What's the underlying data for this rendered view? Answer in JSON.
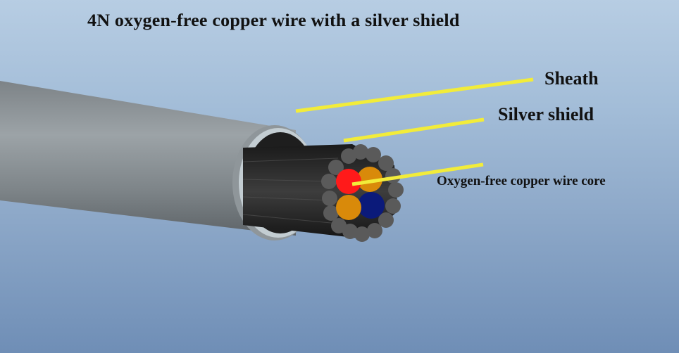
{
  "title": "4N oxygen-free copper wire with a silver shield",
  "labels": {
    "sheath": "Sheath",
    "silver_shield": "Silver shield",
    "core": "Oxygen-free copper wire core"
  },
  "colors": {
    "leader_line": "#f2ec3a",
    "sheath": "#8e9599",
    "shield": "#c3cdd2",
    "strands": "#2a2a2a",
    "core_red": "#ff1a1a",
    "core_orange": "#d98a0a",
    "core_blue": "#0b1a7a"
  }
}
